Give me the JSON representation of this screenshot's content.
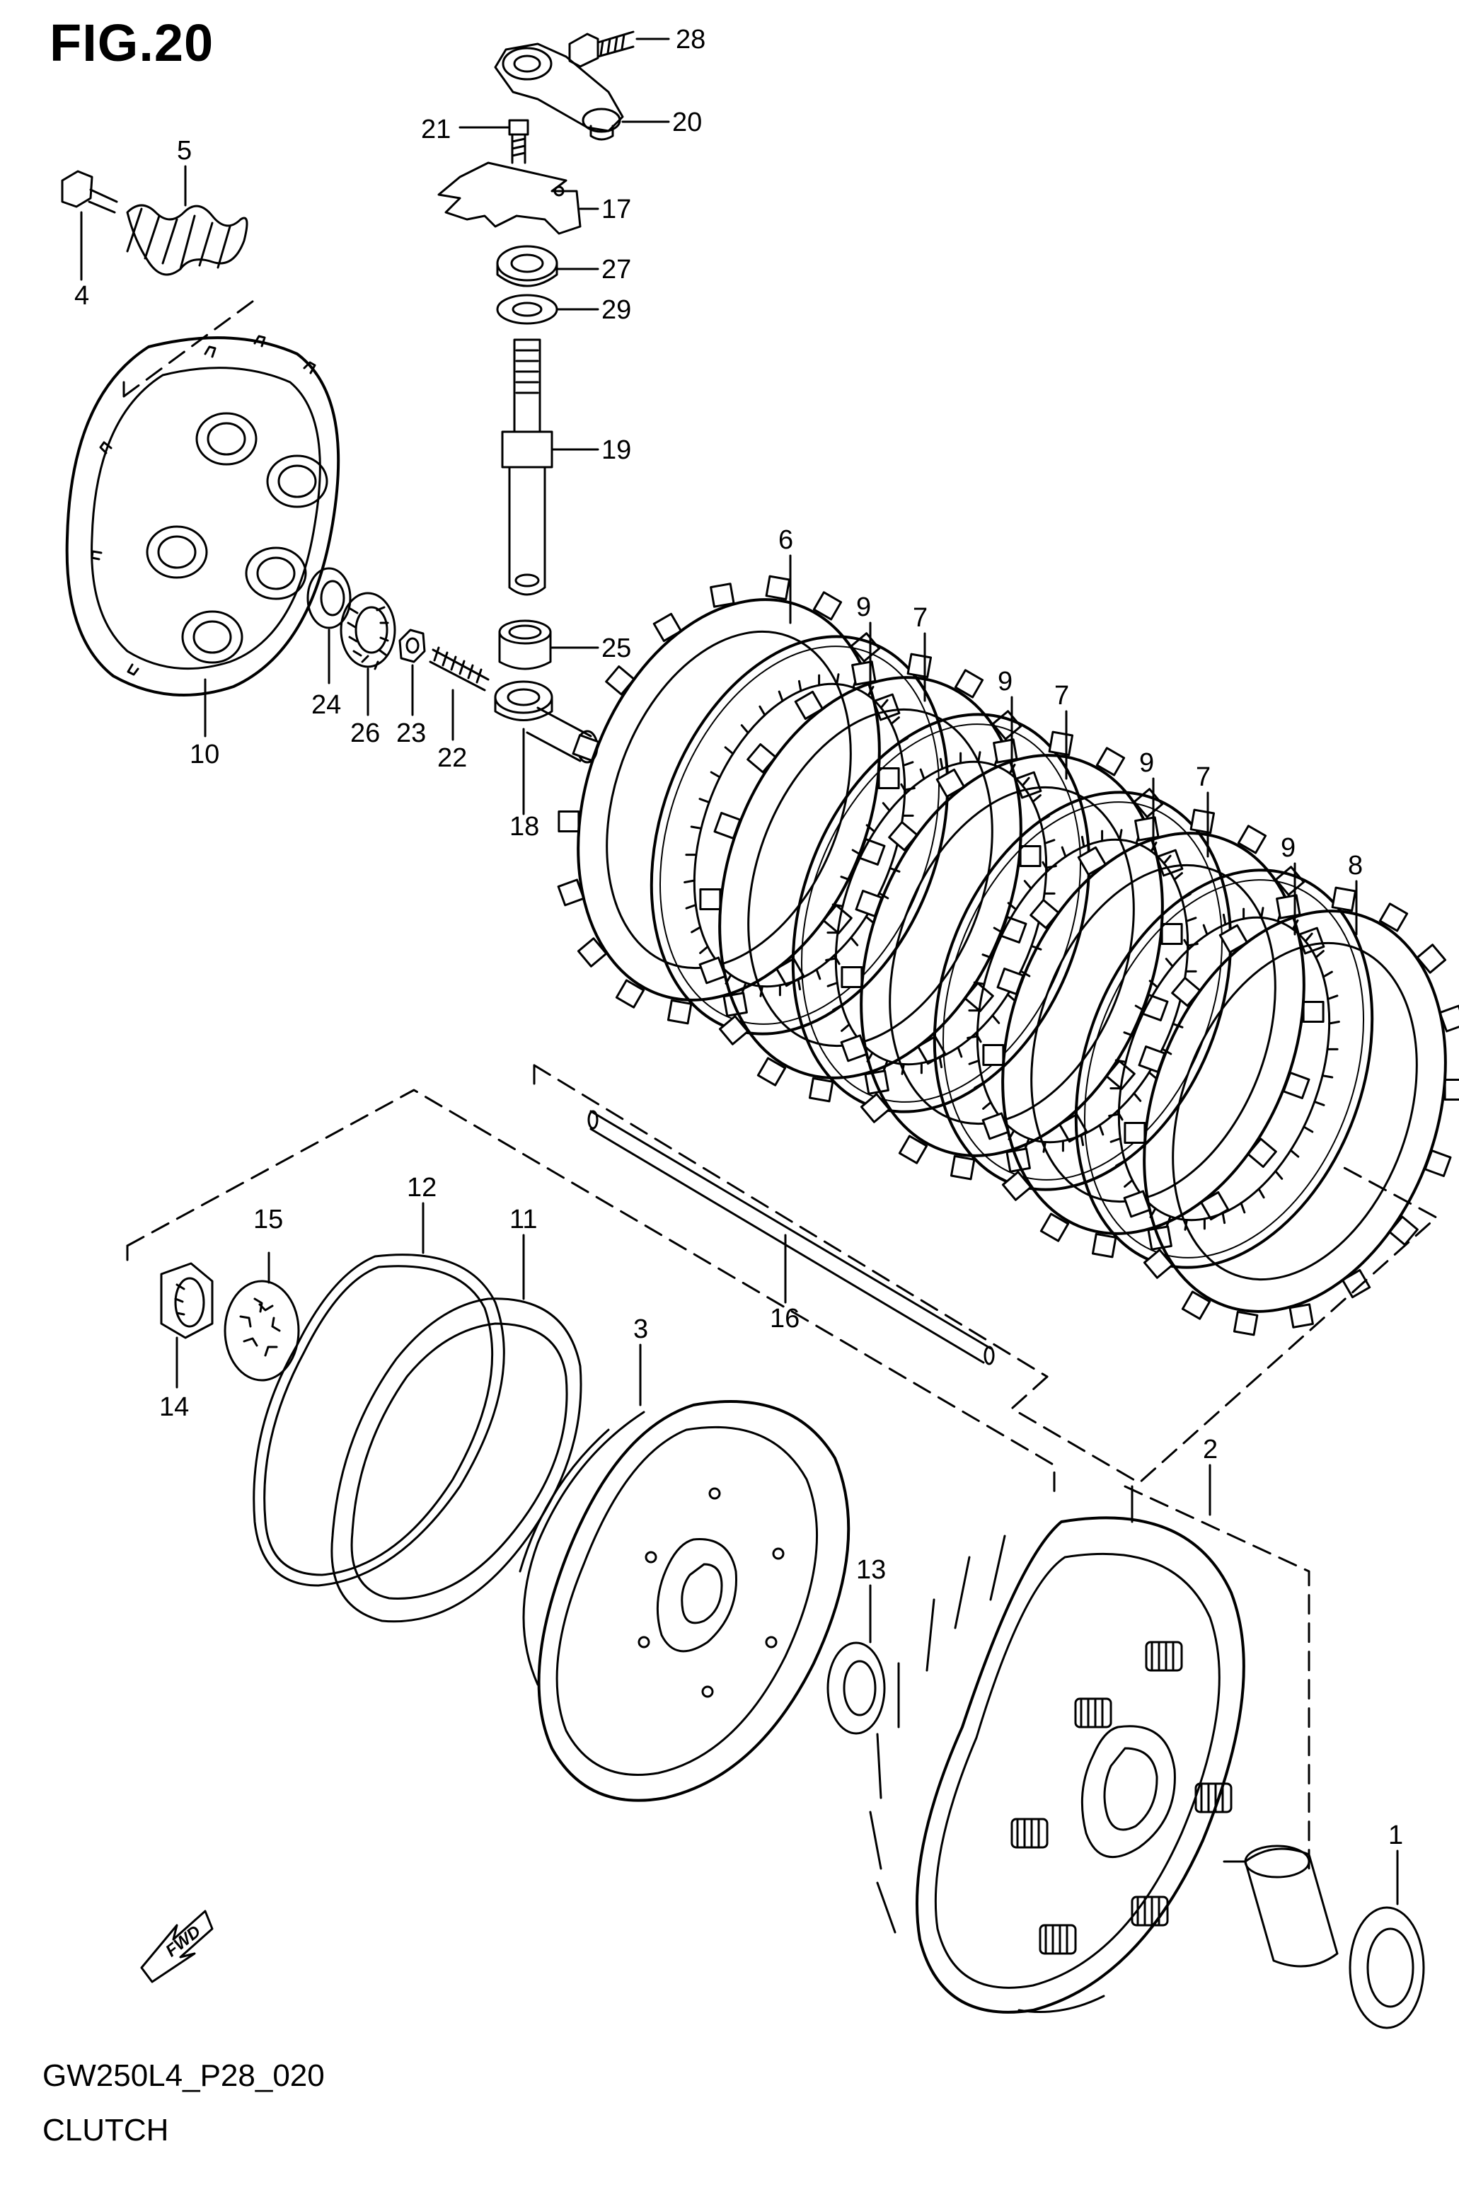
{
  "figure": {
    "title": "FIG.20",
    "code": "GW250L4_P28_020",
    "name": "CLUTCH"
  },
  "fwd_label": "FWD",
  "parts": [
    {
      "ref": "1"
    },
    {
      "ref": "2"
    },
    {
      "ref": "3"
    },
    {
      "ref": "4"
    },
    {
      "ref": "5"
    },
    {
      "ref": "6"
    },
    {
      "ref": "7"
    },
    {
      "ref": "8"
    },
    {
      "ref": "9"
    },
    {
      "ref": "10"
    },
    {
      "ref": "11"
    },
    {
      "ref": "12"
    },
    {
      "ref": "13"
    },
    {
      "ref": "14"
    },
    {
      "ref": "15"
    },
    {
      "ref": "16"
    },
    {
      "ref": "17"
    },
    {
      "ref": "18"
    },
    {
      "ref": "19"
    },
    {
      "ref": "20"
    },
    {
      "ref": "21"
    },
    {
      "ref": "22"
    },
    {
      "ref": "23"
    },
    {
      "ref": "24"
    },
    {
      "ref": "25"
    },
    {
      "ref": "26"
    },
    {
      "ref": "27"
    },
    {
      "ref": "28"
    },
    {
      "ref": "29"
    }
  ],
  "callouts": {
    "c1": "1",
    "c2": "2",
    "c3": "3",
    "c4": "4",
    "c5": "5",
    "c6": "6",
    "c7a": "7",
    "c7b": "7",
    "c7c": "7",
    "c8": "8",
    "c9a": "9",
    "c9b": "9",
    "c9c": "9",
    "c9d": "9",
    "c10": "10",
    "c11": "11",
    "c12": "12",
    "c13": "13",
    "c14": "14",
    "c15": "15",
    "c16": "16",
    "c17": "17",
    "c18": "18",
    "c19": "19",
    "c20": "20",
    "c21": "21",
    "c22": "22",
    "c23": "23",
    "c24": "24",
    "c25": "25",
    "c26": "26",
    "c27": "27",
    "c28": "28",
    "c29": "29"
  }
}
